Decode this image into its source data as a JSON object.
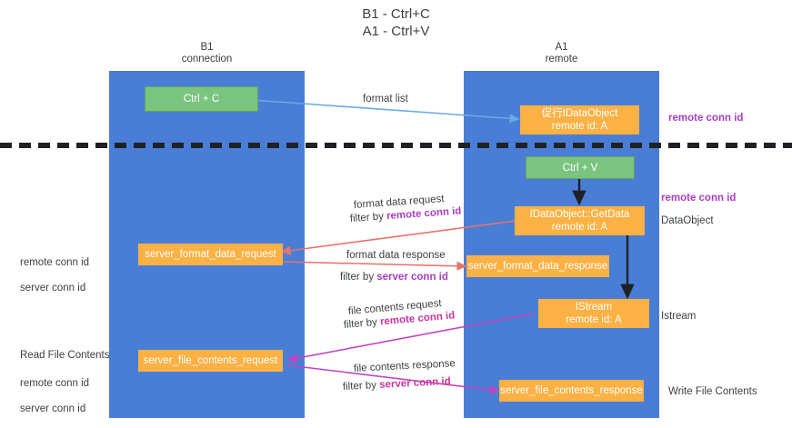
{
  "title": "B1 - Ctrl+C\nA1 - Ctrl+V",
  "columns": {
    "left": {
      "name": "B1",
      "role": "connection",
      "label": "B1\nconnection",
      "color": "#4a7ed6"
    },
    "right": {
      "name": "A1",
      "role": "remote",
      "label": "A1\nremote",
      "color": "#4a7ed6"
    }
  },
  "colors": {
    "lane": "#4a7ed6",
    "green_node": "#7bc47f",
    "orange_node": "#fbb144",
    "remote_conn_id": "#a73fbe",
    "server_conn_id": "#6aaa64",
    "arrow_blue": "#6aa9e9",
    "arrow_red": "#e8736a",
    "arrow_magenta": "#c244c2",
    "arrow_dark": "#202124",
    "divider": "#202124"
  },
  "nodes": [
    {
      "id": "ctrl-c",
      "label": "Ctrl + C",
      "style": "green"
    },
    {
      "id": "idataobject",
      "label": "促行IDataObject\nremote id: A",
      "style": "orange"
    },
    {
      "id": "ctrl-v",
      "label": "Ctrl + V",
      "style": "green"
    },
    {
      "id": "getdata",
      "label": "IDataObject::GetData\nremote id: A",
      "style": "orange"
    },
    {
      "id": "fmt-request",
      "label": "server_format_data_request",
      "style": "orange"
    },
    {
      "id": "fmt-response",
      "label": "server_format_data_response",
      "style": "orange"
    },
    {
      "id": "istream",
      "label": "IStream\nremote id: A",
      "style": "orange"
    },
    {
      "id": "file-request",
      "label": "server_file_contents_request",
      "style": "orange"
    },
    {
      "id": "file-response",
      "label": "server_file_contents_response",
      "style": "orange"
    }
  ],
  "edge_labels": [
    {
      "id": "format-list",
      "text": "format list"
    },
    {
      "id": "format-data-request",
      "text": "format data request"
    },
    {
      "id": "format-data-request-filter",
      "prefix": "filter by ",
      "highlight": "remote conn id"
    },
    {
      "id": "format-data-response",
      "text": "format data response"
    },
    {
      "id": "format-data-response-filter",
      "prefix": "filter by ",
      "highlight": "server conn id"
    },
    {
      "id": "file-contents-request",
      "text": "file contents request"
    },
    {
      "id": "file-contents-request-filter",
      "prefix": "filter by ",
      "highlight": "remote conn id"
    },
    {
      "id": "file-contents-response",
      "text": "file contents response"
    },
    {
      "id": "file-contents-response-filter",
      "prefix": "filter by ",
      "highlight": "server conn id"
    }
  ],
  "right_notes": [
    {
      "id": "right-remote-conn-id-1",
      "text": "remote conn id"
    },
    {
      "id": "right-remote-conn-id-2",
      "text": "remote conn id"
    },
    {
      "id": "right-dataobject",
      "text": "DataObject"
    },
    {
      "id": "right-istream",
      "text": "Istream"
    },
    {
      "id": "right-write-file",
      "text": "Write File Contents"
    }
  ],
  "left_notes": [
    {
      "id": "left-conn-ids-1",
      "remote": "remote conn id",
      "server": "server conn id"
    },
    {
      "id": "left-read-file",
      "text": "Read File Contents"
    },
    {
      "id": "left-conn-ids-2",
      "remote": "remote conn id",
      "server": "server conn id"
    }
  ]
}
